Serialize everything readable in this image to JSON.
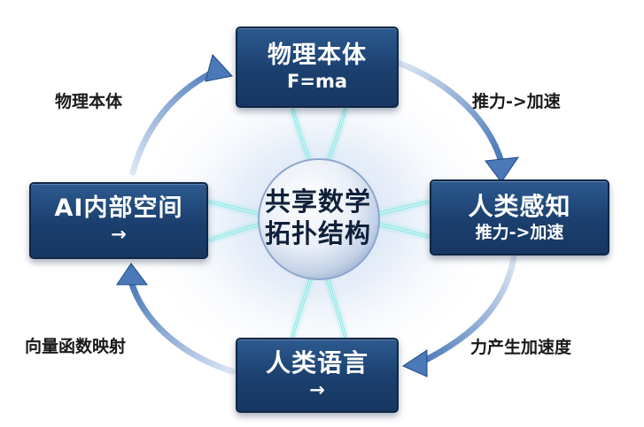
{
  "center": {
    "line1": "共享数学",
    "line2": "拓扑结构"
  },
  "nodes": {
    "top": {
      "line1": "物理本体",
      "line2": "F=ma"
    },
    "right": {
      "line1": "人类感知",
      "line2": "推力->加速"
    },
    "bottom": {
      "line1": "人类语言",
      "line2": "→"
    },
    "left": {
      "line1": "AI内部空间",
      "line2": "→"
    }
  },
  "edge_labels": {
    "top_left": "物理本体",
    "top_right": "推力->加速",
    "bottom_right": "力产生加速度",
    "bottom_left": "向量函数映射"
  },
  "colors": {
    "node_fill": "#1b3f6e",
    "arrow": "#4f7fc0",
    "glow": "#7fe6e0",
    "center_sphere": "#e6edf7"
  }
}
